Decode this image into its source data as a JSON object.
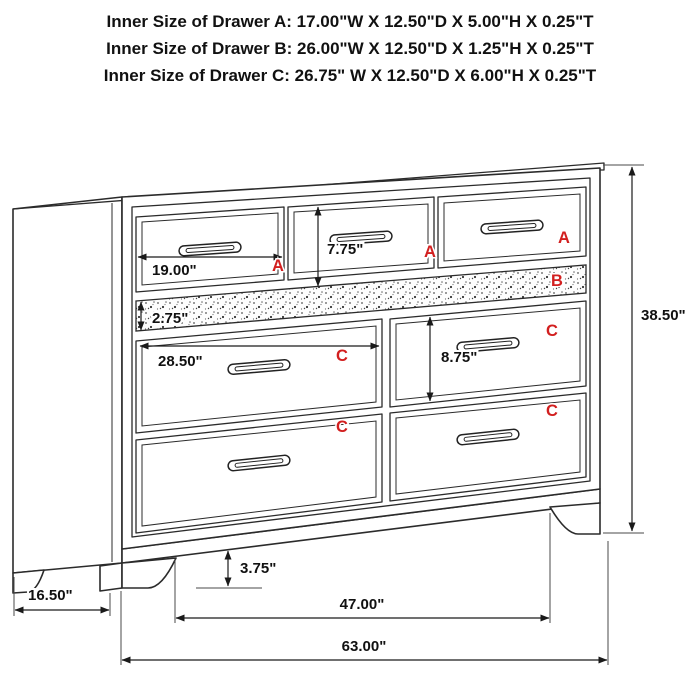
{
  "header": {
    "lines": [
      "Inner Size of Drawer A: 17.00\"W X 12.50\"D X 5.00\"H X 0.25\"T",
      "Inner Size of Drawer B: 26.00\"W X 12.50\"D X 1.25\"H X 0.25\"T",
      "Inner Size of Drawer C: 26.75\" W X 12.50\"D X 6.00\"H X 0.25\"T"
    ]
  },
  "labels": {
    "a1": "A",
    "a2": "A",
    "a3": "A",
    "b": "B",
    "c1": "C",
    "c2": "C",
    "c3": "C",
    "c4": "C"
  },
  "dimensions": {
    "drawer_a_width": "19.00\"",
    "top_section_height": "7.75\"",
    "tray_height": "2.75\"",
    "drawer_c_width": "28.50\"",
    "drawer_c_height": "8.75\"",
    "overall_height": "38.50\"",
    "foot_height": "3.75\"",
    "side_depth": "16.50\"",
    "feet_span": "47.00\"",
    "overall_width": "63.00\""
  },
  "colors": {
    "label_red": "#d21f1f",
    "line_dark": "#2b2b2b"
  }
}
